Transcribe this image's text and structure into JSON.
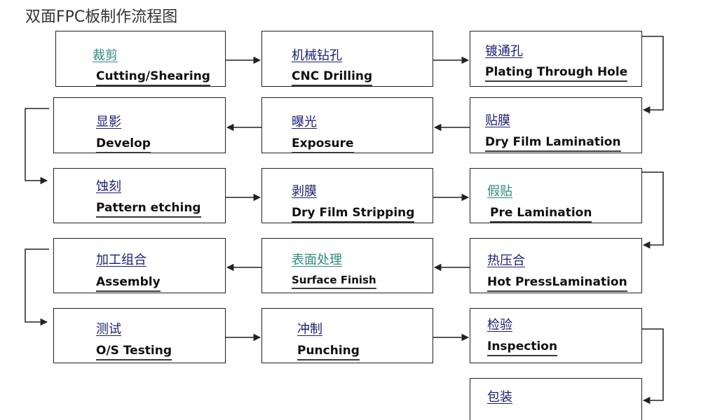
{
  "title": "双面FPC板制作流程图",
  "steps": [
    {
      "cn": "裁剪",
      "en": "Cutting/Shearing"
    },
    {
      "cn": "机械钻孔",
      "en": "CNC Drilling"
    },
    {
      "cn": "镀通孔",
      "en": "Plating Through Hole"
    },
    {
      "cn": "贴膜",
      "en": "Dry Film Lamination"
    },
    {
      "cn": "曝光",
      "en": "Exposure"
    },
    {
      "cn": "显影",
      "en": "Develop"
    },
    {
      "cn": "蚀刻",
      "en": "Pattern etching"
    },
    {
      "cn": "剥膜",
      "en": "Dry Film Stripping"
    },
    {
      "cn": "假贴",
      "en": "Pre Lamination"
    },
    {
      "cn": "热压合",
      "en": "Hot PressLamination"
    },
    {
      "cn": "表面处理",
      "en": "Surface  Finish"
    },
    {
      "cn": "加工组合",
      "en": "Assembly"
    },
    {
      "cn": "测试",
      "en": "O/S Testing"
    },
    {
      "cn": "冲制",
      "en": "Punching"
    },
    {
      "cn": "检验",
      "en": "Inspection"
    },
    {
      "cn": "包装",
      "en": ""
    }
  ],
  "colors": {
    "cn_text": "#1a1f70",
    "cn_text_alt": "#2e8a7c",
    "en_text": "#111111",
    "line": "#222222"
  }
}
